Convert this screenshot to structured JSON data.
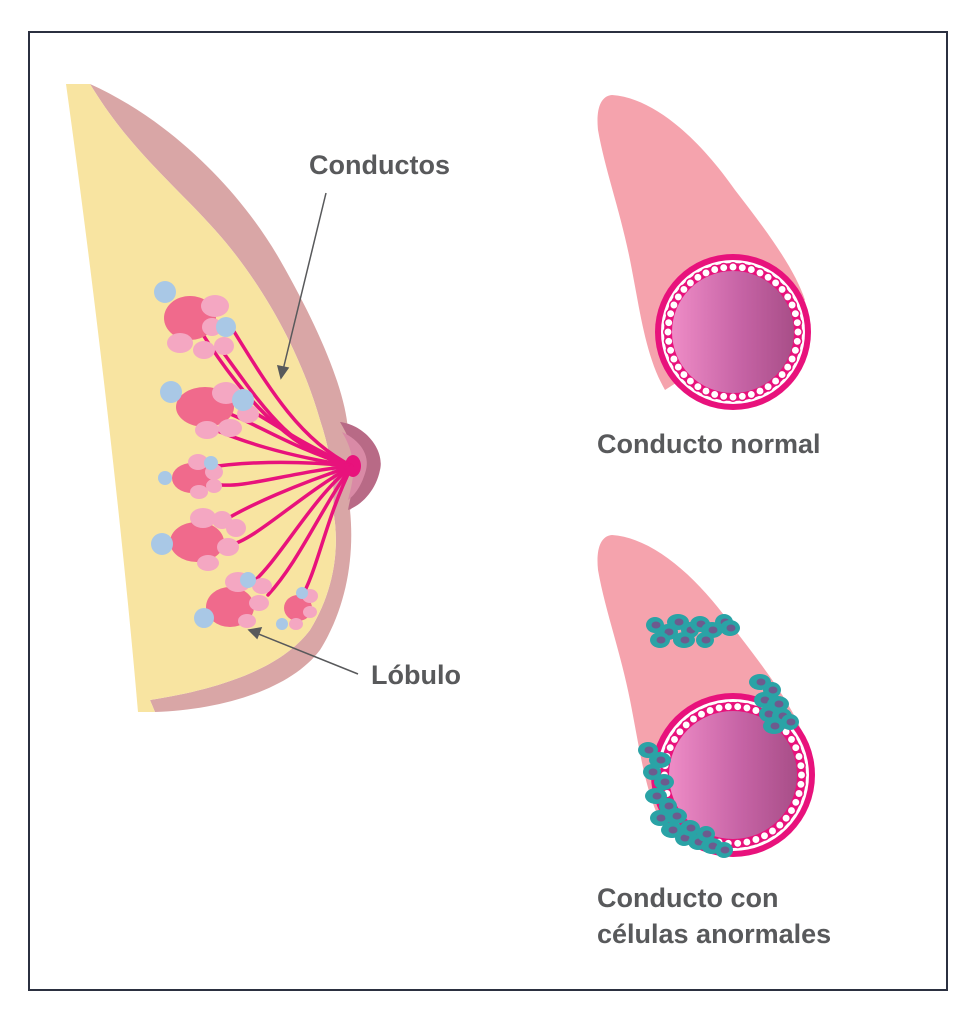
{
  "labels": {
    "ducts": "Conductos",
    "lobule": "Lóbulo",
    "normal_duct": "Conducto normal",
    "abnormal_duct_line1": "Conducto con",
    "abnormal_duct_line2": "células anormales"
  },
  "colors": {
    "fat": "#f8e4a1",
    "skin": "#d9a6a6",
    "duct_line": "#e8127c",
    "lobule": "#f06a8c",
    "lobule_light": "#f4a7c2",
    "lobule_blue": "#a9c8e6",
    "duct_tissue": "#f5a3ad",
    "lumen_inner": "#e07ab6",
    "lumen_outer": "#b4508e",
    "abnormal_cell": "#2aa3a6",
    "abnormal_nucleus": "#6d5b8e",
    "text": "#58595b",
    "border": "#2b3040"
  }
}
